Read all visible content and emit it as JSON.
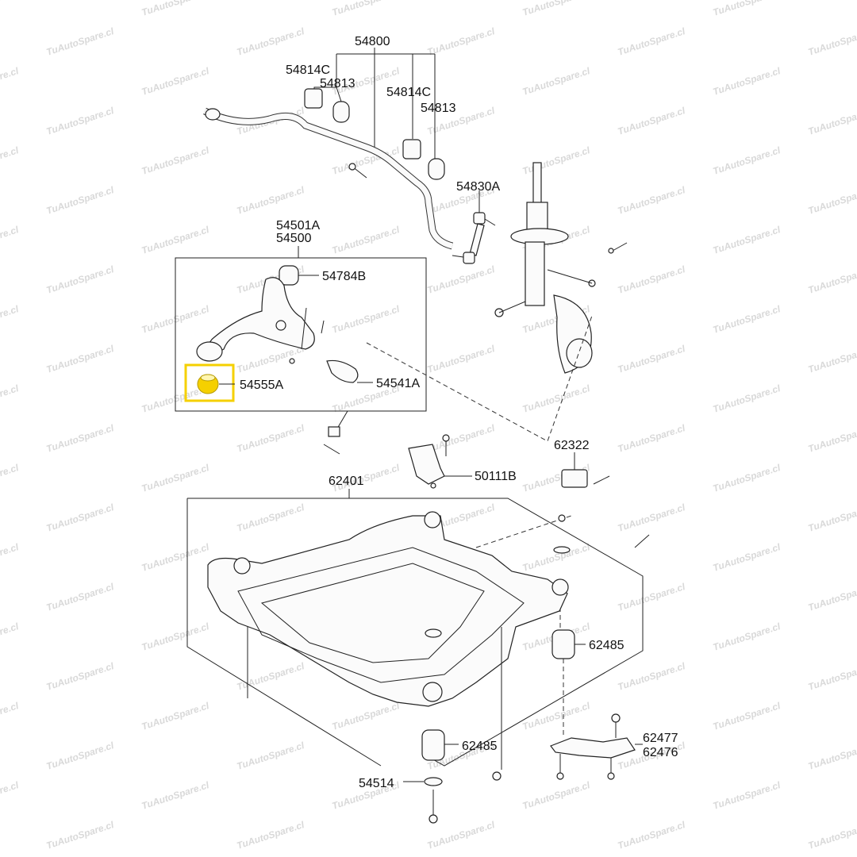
{
  "watermark": {
    "text": "TuAutoSpare.cl"
  },
  "highlight": {
    "part_number": "54555A",
    "color": "#f5d000"
  },
  "labels": {
    "p54800": "54800",
    "p54814C_a": "54814C",
    "p54813_a": "54813",
    "p54814C_b": "54814C",
    "p54813_b": "54813",
    "p54830A": "54830A",
    "p54501A": "54501A",
    "p54500": "54500",
    "p54784B": "54784B",
    "p54555A": "54555A",
    "p54541A": "54541A",
    "p50111B": "50111B",
    "p62322": "62322",
    "p62401": "62401",
    "p62485_a": "62485",
    "p62485_b": "62485",
    "p62477": "62477",
    "p62476": "62476",
    "p54514": "54514"
  }
}
